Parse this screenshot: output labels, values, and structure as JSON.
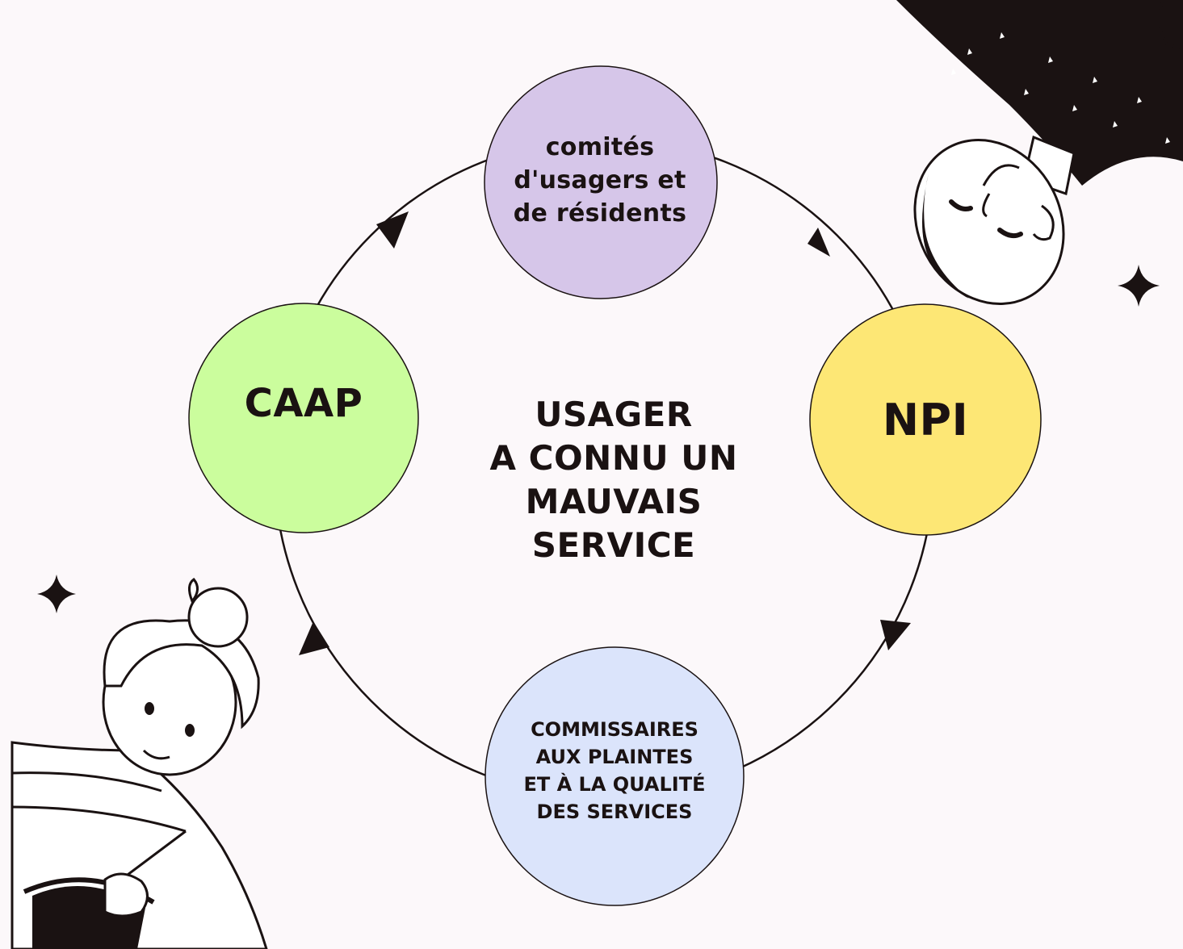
{
  "diagram": {
    "center": {
      "text": "USAGER\nA CONNU UN\nMAUVAIS\nSERVICE"
    },
    "nodes": [
      {
        "id": "comites",
        "label": "comités\nd'usagers et\nde résidents",
        "color": "#d6c6e9"
      },
      {
        "id": "npi",
        "label": "NPI",
        "color": "#fde775"
      },
      {
        "id": "commissaires",
        "label": "COMMISSAIRES\nAUX PLAINTES\nET À LA QUALITÉ\nDES SERVICES",
        "color": "#dbe4fb"
      },
      {
        "id": "caap",
        "label": "CAAP",
        "color": "#cbfd9d"
      }
    ],
    "cycle_direction": "clockwise",
    "colors": {
      "background": "#fcf8fa",
      "ink": "#1a1212",
      "text": "#1a1212"
    },
    "illustrations": [
      {
        "name": "person-upside-down-illustration",
        "placement": "top-right"
      },
      {
        "name": "woman-with-pot-illustration",
        "placement": "bottom-left"
      },
      {
        "name": "sparkle-icon",
        "placement": "left"
      },
      {
        "name": "sparkle-icon",
        "placement": "right"
      }
    ]
  }
}
